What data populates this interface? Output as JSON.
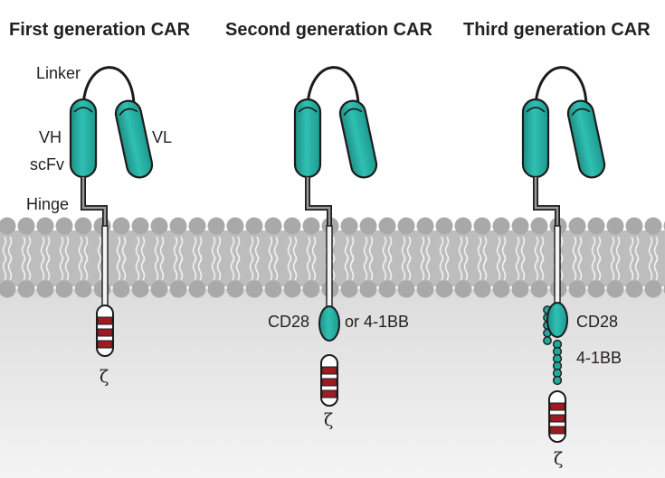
{
  "titles": {
    "first": "First generation CAR",
    "second": "Second generation CAR",
    "third": "Third generation CAR"
  },
  "labels": {
    "linker": "Linker",
    "vh": "VH",
    "vl": "VL",
    "scfv": "scFv",
    "hinge": "Hinge",
    "cd28_second": "CD28",
    "or_41bb": "or 4-1BB",
    "cd28_third": "CD28",
    "bb_third": "4-1BB",
    "zeta_first": "ζ",
    "zeta_second": "ζ",
    "zeta_third": "ζ"
  },
  "colors": {
    "domain_teal": "#22a89e",
    "domain_outline": "#1c1c1c",
    "membrane_gray": "#a9a9a9",
    "itam_red": "#9e1b22",
    "cytoplasm_gray": "#d9d9d9",
    "hinge_line": "#666666"
  }
}
